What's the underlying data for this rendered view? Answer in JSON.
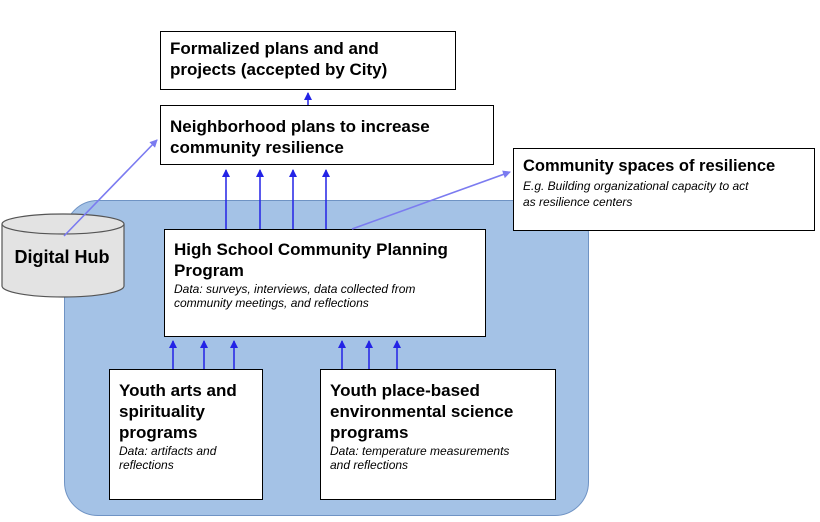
{
  "colors": {
    "region_fill": "#a4c2e6",
    "arrow": "#2323e6",
    "link_line": "#7b7bf0",
    "cylinder_fill": "#e3e3e3"
  },
  "diagram": {
    "formalized": {
      "title_line1": "Formalized plans and and",
      "title_line2": "projects (accepted by City)"
    },
    "neighborhood": {
      "title_line1": "Neighborhood plans to increase",
      "title_line2": "community resilience"
    },
    "community_spaces": {
      "title": "Community spaces of resilience",
      "desc_line1": "E.g. Building organizational capacity to act",
      "desc_line2": "as resilience centers"
    },
    "high_school": {
      "title_line1": "High School Community Planning",
      "title_line2": "Program",
      "desc_line1": "Data: surveys, interviews, data collected from",
      "desc_line2": "community meetings, and reflections"
    },
    "youth_arts": {
      "title_line1": "Youth arts and",
      "title_line2": "spirituality",
      "title_line3": "programs",
      "desc_line1": "Data: artifacts and",
      "desc_line2": "reflections"
    },
    "youth_place": {
      "title_line1": "Youth place-based",
      "title_line2": "environmental science",
      "title_line3": "programs",
      "desc_line1": "Data: temperature measurements",
      "desc_line2": "and reflections"
    },
    "digital_hub": {
      "label": "Digital Hub"
    }
  }
}
